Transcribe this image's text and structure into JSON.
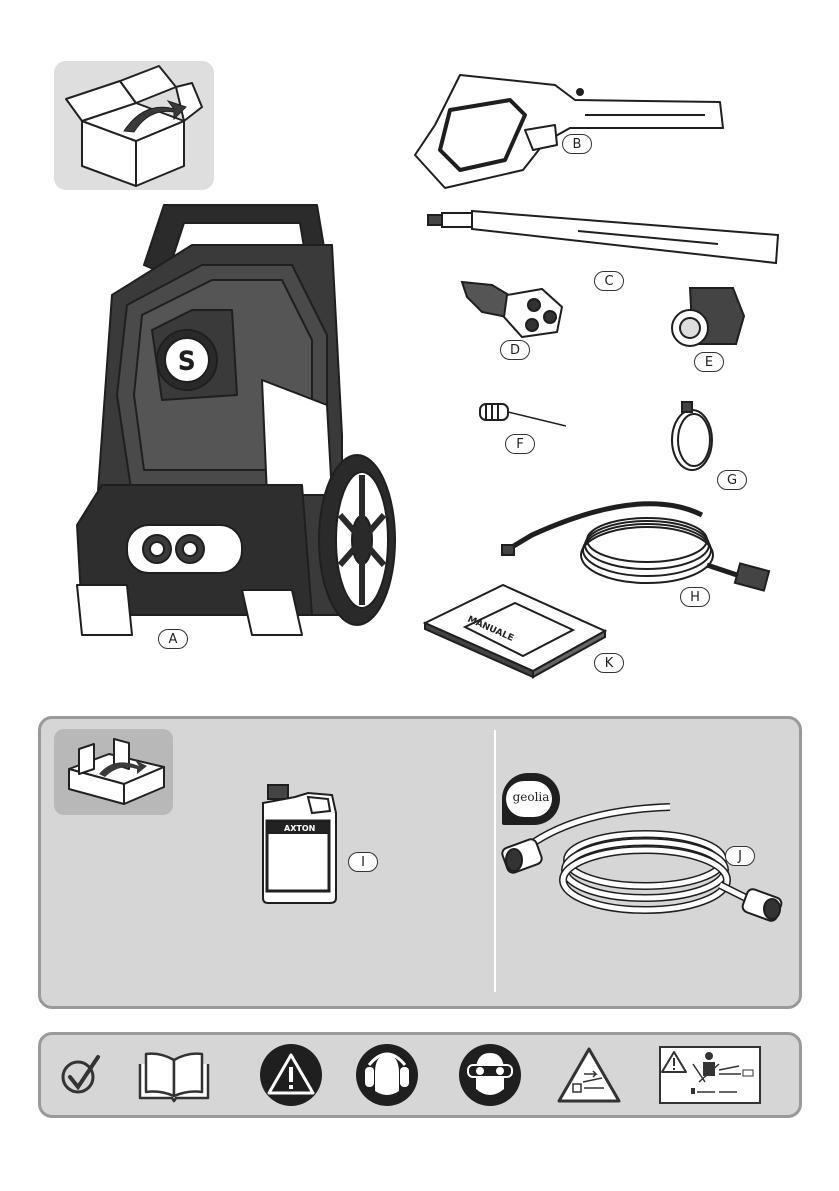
{
  "parts": {
    "a": "A",
    "b": "B",
    "c": "C",
    "d": "D",
    "e": "E",
    "f": "F",
    "g": "G",
    "h": "H",
    "i": "I",
    "j": "J",
    "k": "K"
  },
  "manual_cover_text": "MANUALE",
  "oil_brand": "AXTON",
  "hose_brand": "geolia",
  "icons": [
    "check-icon",
    "book-icon",
    "warning-icon",
    "ear-protection-icon",
    "eye-protection-icon",
    "jet-hazard-icon",
    "safety-label-icon"
  ],
  "colors": {
    "panel": "#d6d6d6",
    "panel_border": "#9a9a9a",
    "ink": "#222222",
    "dark": "#1f1f1f"
  }
}
